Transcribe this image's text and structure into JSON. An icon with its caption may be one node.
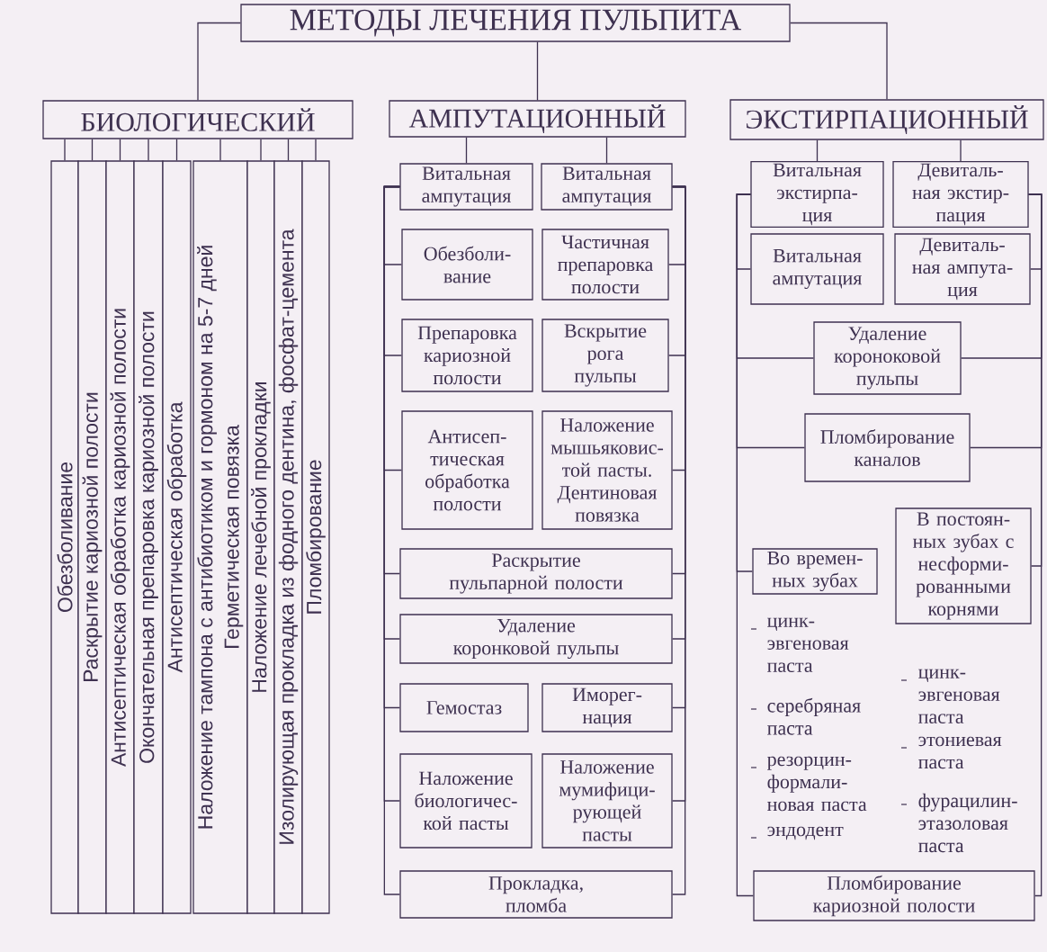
{
  "diagram": {
    "nodes": [
      {
        "text": [
          "МЕТОДЫ ЛЕЧЕНИЯ ПУЛЬПИТА"
        ]
      },
      {
        "text": [
          "БИОЛОГИЧЕСКИЙ"
        ]
      },
      {
        "text": [
          "АМПУТАЦИОННЫЙ"
        ]
      },
      {
        "text": [
          "ЭКСТИРПАЦИОННЫЙ"
        ]
      },
      {
        "text": [
          "Обезболивание"
        ]
      },
      {
        "text": [
          "Раскрытие кариозной полости"
        ]
      },
      {
        "text": [
          "Антисептическая обработка кариозной полости"
        ]
      },
      {
        "text": [
          "Окончательная препаровка кариозной полости"
        ]
      },
      {
        "text": [
          "Антисептическая обработка"
        ]
      },
      {
        "text": [
          "Наложение тампона с антибиотиком и гормоном на 5-7 дней",
          "Герметическая повязка"
        ]
      },
      {
        "text": [
          "Наложение лечебной прокладки"
        ]
      },
      {
        "text": [
          "Изолирующая прокладка из фодного дентина, фосфат-цемента"
        ]
      },
      {
        "text": [
          "Пломбирование"
        ]
      },
      {
        "text": [
          "Витальная ампутация"
        ]
      },
      {
        "text": [
          "Витальная ампутация"
        ]
      },
      {
        "text": [
          "Обезболи- вание"
        ]
      },
      {
        "text": [
          "Частичная препаровка полости"
        ]
      },
      {
        "text": [
          "Препаровка кариозной полости"
        ]
      },
      {
        "text": [
          "Вскрытие рога пульпы"
        ]
      },
      {
        "text": [
          "Антисеп- тическая обработка полости"
        ]
      },
      {
        "text": [
          "Наложение мышьяковис- той пасты. Дентиновая повязка"
        ]
      },
      {
        "text": [
          "Раскрытие пульпарной полости"
        ]
      },
      {
        "text": [
          "Удаление коронковой пульпы"
        ]
      },
      {
        "text": [
          "Гемостаз"
        ]
      },
      {
        "text": [
          "Иморег- нация"
        ]
      },
      {
        "text": [
          "Наложение биологичес- кой пасты"
        ]
      },
      {
        "text": [
          "Наложение мумифици- рующей пасты"
        ]
      },
      {
        "text": [
          "Прокладка, пломба"
        ]
      },
      {
        "text": [
          "Витальная экстирпа- ция"
        ]
      },
      {
        "text": [
          "Девиталь- ная экстир- пация"
        ]
      },
      {
        "text": [
          "Витальная ампутация"
        ]
      },
      {
        "text": [
          "Девиталь- ная ампута- ция"
        ]
      },
      {
        "text": [
          "Удаление короноковой пульпы"
        ]
      },
      {
        "text": [
          "Пломбирование каналов"
        ]
      },
      {
        "text": [
          "Во времен- ных зубах"
        ]
      },
      {
        "text": [
          "В постоян- ных зубах с несформи- рованными корнями"
        ]
      },
      {
        "text": [
          "Пломбирование кариозной полости"
        ]
      }
    ],
    "edges": [
      {
        "from": 0,
        "to": 1,
        "arrow": "none"
      },
      {
        "from": 0,
        "to": 2,
        "arrow": "none"
      },
      {
        "from": 0,
        "to": 3,
        "arrow": "none"
      },
      {
        "from": 1,
        "to": 4,
        "arrow": "none"
      },
      {
        "from": 1,
        "to": 5,
        "arrow": "none"
      },
      {
        "from": 1,
        "to": 6,
        "arrow": "none"
      },
      {
        "from": 1,
        "to": 7,
        "arrow": "none"
      },
      {
        "from": 1,
        "to": 8,
        "arrow": "none"
      },
      {
        "from": 1,
        "to": 9,
        "arrow": "none"
      },
      {
        "from": 1,
        "to": 10,
        "arrow": "none"
      },
      {
        "from": 1,
        "to": 11,
        "arrow": "none"
      },
      {
        "from": 1,
        "to": 12,
        "arrow": "none"
      },
      {
        "from": 2,
        "to": 13,
        "arrow": "none"
      },
      {
        "from": 2,
        "to": 14,
        "arrow": "none"
      },
      {
        "from": 13,
        "to": 15,
        "arrow": "none"
      },
      {
        "from": 13,
        "to": 17,
        "arrow": "none"
      },
      {
        "from": 13,
        "to": 19,
        "arrow": "none"
      },
      {
        "from": 13,
        "to": 21,
        "arrow": "none"
      },
      {
        "from": 13,
        "to": 22,
        "arrow": "none"
      },
      {
        "from": 13,
        "to": 23,
        "arrow": "none"
      },
      {
        "from": 13,
        "to": 25,
        "arrow": "none"
      },
      {
        "from": 13,
        "to": 27,
        "arrow": "none"
      },
      {
        "from": 14,
        "to": 16,
        "arrow": "none"
      },
      {
        "from": 14,
        "to": 18,
        "arrow": "none"
      },
      {
        "from": 14,
        "to": 20,
        "arrow": "none"
      },
      {
        "from": 14,
        "to": 21,
        "arrow": "none"
      },
      {
        "from": 14,
        "to": 22,
        "arrow": "none"
      },
      {
        "from": 14,
        "to": 24,
        "arrow": "none"
      },
      {
        "from": 14,
        "to": 26,
        "arrow": "none"
      },
      {
        "from": 14,
        "to": 27,
        "arrow": "none"
      },
      {
        "from": 3,
        "to": 28,
        "arrow": "none"
      },
      {
        "from": 3,
        "to": 29,
        "arrow": "none"
      },
      {
        "from": 28,
        "to": 30,
        "arrow": "none"
      },
      {
        "from": 28,
        "to": 32,
        "arrow": "none"
      },
      {
        "from": 28,
        "to": 33,
        "arrow": "none"
      },
      {
        "from": 28,
        "to": 34,
        "arrow": "none"
      },
      {
        "from": 28,
        "to": 36,
        "arrow": "none"
      },
      {
        "from": 29,
        "to": 31,
        "arrow": "none"
      },
      {
        "from": 29,
        "to": 32,
        "arrow": "none"
      },
      {
        "from": 29,
        "to": 33,
        "arrow": "none"
      },
      {
        "from": 29,
        "to": 35,
        "arrow": "none"
      },
      {
        "from": 29,
        "to": 36,
        "arrow": "none"
      }
    ],
    "labels": [
      "цинк- эвгеновая паста",
      "серебряная паста",
      "резорцин- формали- новая паста",
      "эндодент",
      "цинк- эвгеновая паста",
      "этониевая паста",
      "фурацилин- этазоловая паста"
    ]
  }
}
